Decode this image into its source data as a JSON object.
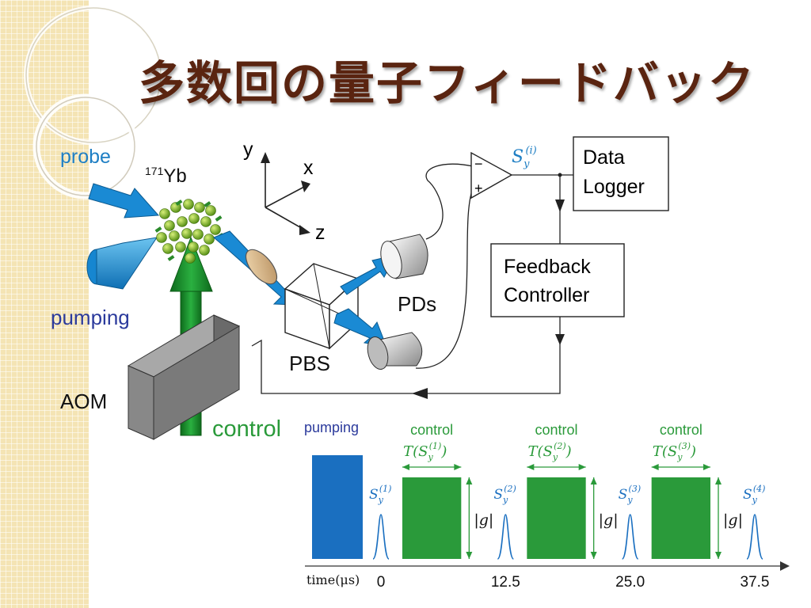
{
  "title": "多数回の量子フィードバック",
  "setup": {
    "probe": "probe",
    "atom_mass": "171",
    "atom_symbol": "Yb",
    "pumping": "pumping",
    "aom": "AOM",
    "control": "control",
    "pbs": "PBS",
    "pds": "PDs",
    "axis_y": "y",
    "axis_x": "x",
    "axis_z": "z",
    "signal_base": "S",
    "signal_sub": "y",
    "signal_sup": "(i)",
    "amp_minus": "−",
    "amp_plus": "+",
    "data_logger": [
      "Data",
      "Logger"
    ],
    "feedback_controller": [
      "Feedback",
      "Controller"
    ]
  },
  "timing": {
    "pumping_label": "pumping",
    "control_label": "control",
    "t_prefix": "T(S",
    "t_suffix": ")",
    "g_label": "|g|",
    "axis_label": "time(μs)",
    "ticks": [
      "0",
      "12.5",
      "25.0",
      "37.5"
    ],
    "sup": [
      "(1)",
      "(2)",
      "(3)",
      "(4)"
    ],
    "control_sup": [
      "(1)",
      "(2)",
      "(3)"
    ]
  },
  "colors": {
    "title": "#5a2410",
    "probe": "#1f7fc4",
    "pumping_text": "#2b3a9c",
    "control_green": "#2a9a3a",
    "pulse_blue": "#1a6fc0",
    "arrow_blue": "#1a8ad4"
  }
}
